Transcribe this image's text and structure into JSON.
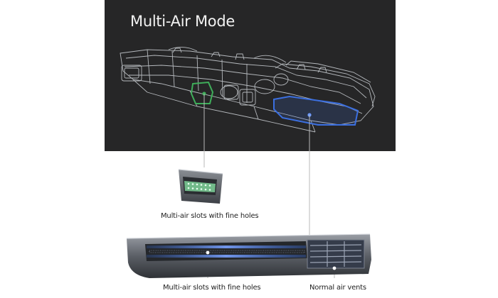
{
  "title": "Multi-Air Mode",
  "captions": {
    "top": "Multi-air slots with fine holes",
    "bottom_left": "Multi-air slots with fine holes",
    "bottom_right": "Normal air vents"
  },
  "colors": {
    "panel_bg": "#262627",
    "wireframe": "#cfd3d8",
    "highlight_green": "#3fae5a",
    "highlight_blue": "#3b6fe0",
    "leader_line": "#b8b8b8",
    "vent_metal": "#5b5f66"
  }
}
